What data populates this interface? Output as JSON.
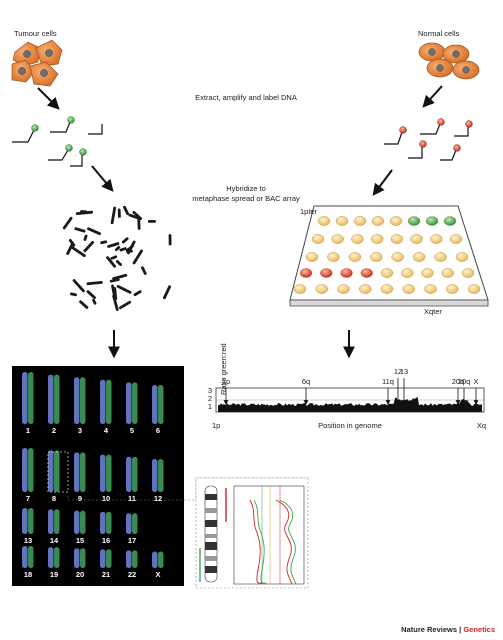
{
  "labels": {
    "tumour": "Tumour cells",
    "normal": "Normal cells",
    "step1": "Extract, amplify and label DNA",
    "step2_line1": "Hybridize to",
    "step2_line2": "metaphase spread or BAC array",
    "pter": "1pter",
    "qter": "Xqter"
  },
  "profile": {
    "ylabel": "Ratio green:red",
    "yticks": [
      "3",
      "2",
      "1"
    ],
    "xstart": "1p",
    "xend": "Xq",
    "xlabel": "Position in genome",
    "markers": [
      "1p",
      "6q",
      "11q",
      "12",
      "13",
      "20q",
      "20q",
      "X"
    ]
  },
  "karyotype": {
    "numbers": [
      "1",
      "2",
      "3",
      "4",
      "5",
      "6",
      "7",
      "8",
      "9",
      "10",
      "11",
      "12",
      "13",
      "14",
      "15",
      "16",
      "17",
      "18",
      "19",
      "20",
      "21",
      "22",
      "X"
    ]
  },
  "credit": {
    "journal": "Nature Reviews",
    "sep": " | ",
    "section": "Genetics"
  },
  "colors": {
    "tumour_cell": "#e8883a",
    "green_label": "#3aa64a",
    "red_label": "#d9342b",
    "array_spot": "#f3d28a"
  }
}
